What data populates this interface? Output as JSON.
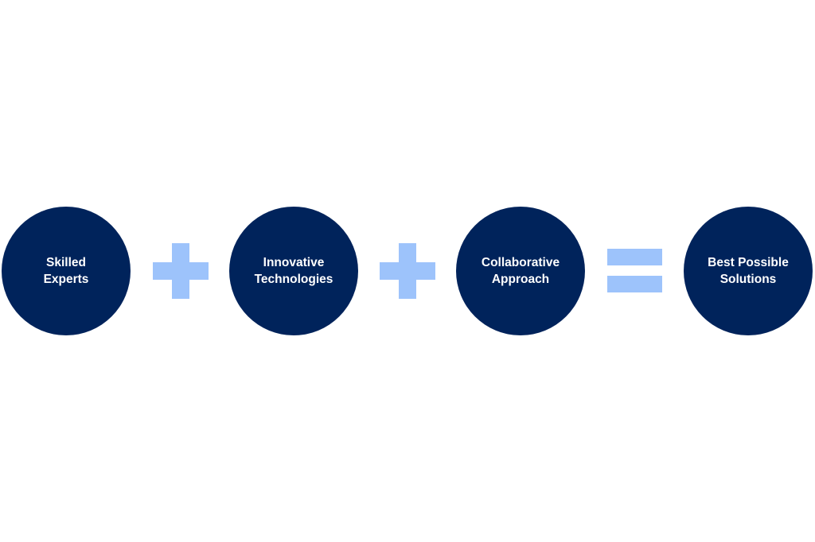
{
  "diagram": {
    "circles": [
      {
        "line1": "Skilled",
        "line2": "Experts"
      },
      {
        "line1": "Innovative",
        "line2": "Technologies"
      },
      {
        "line1": "Collaborative",
        "line2": "Approach"
      },
      {
        "line1": "Best Possible",
        "line2": "Solutions"
      }
    ],
    "operators": [
      "plus-icon",
      "plus-icon",
      "equals-icon"
    ],
    "colors": {
      "circle_fill": "#00235b",
      "circle_text": "#ffffff",
      "operator_fill": "#9dc3fb",
      "background": "#ffffff"
    }
  }
}
